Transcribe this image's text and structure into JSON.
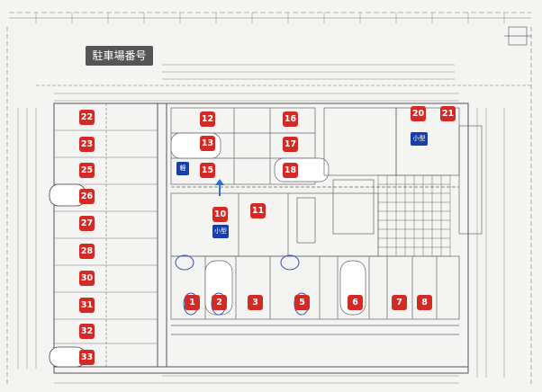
{
  "title": "駐車場番号",
  "colors": {
    "spot_red": "#d42a26",
    "tag_blue": "#1a3ea8",
    "title_bg": "#555555",
    "arrow_blue": "#2a6ee0",
    "line": "#555555"
  },
  "spots": [
    "22",
    "23",
    "25",
    "26",
    "27",
    "28",
    "30",
    "31",
    "32",
    "33",
    "12",
    "13",
    "15",
    "16",
    "17",
    "18",
    "10",
    "11",
    "20",
    "21",
    "1",
    "2",
    "3",
    "5",
    "6",
    "7",
    "8"
  ],
  "tags": {
    "kei": "軽",
    "kogata_a": "小型",
    "kogata_b": "小型"
  },
  "arrow_icon": "arrow-up-icon"
}
